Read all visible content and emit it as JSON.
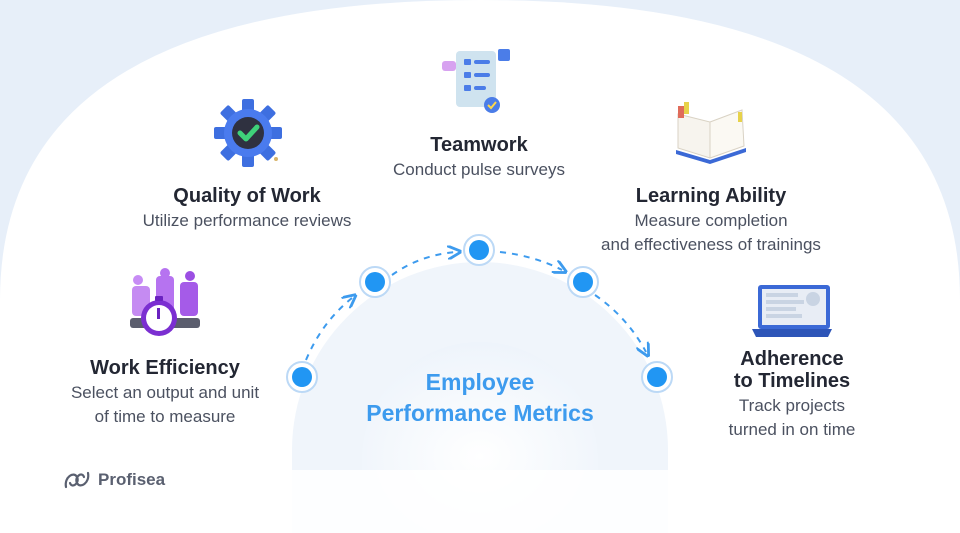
{
  "center": {
    "line1": "Employee",
    "line2": "Performance Metrics"
  },
  "metrics": [
    {
      "title": "Work Efficiency",
      "desc_lines": [
        "Select an output and unit",
        "of time to measure"
      ],
      "icon": "stopwatch-icon"
    },
    {
      "title": "Quality of Work",
      "desc_lines": [
        "Utilize performance reviews"
      ],
      "icon": "gear-check-icon"
    },
    {
      "title": "Teamwork",
      "desc_lines": [
        "Conduct pulse surveys"
      ],
      "icon": "survey-checklist-icon"
    },
    {
      "title": "Learning Ability",
      "desc_lines": [
        "Measure completion",
        "and effectiveness of trainings"
      ],
      "icon": "open-book-icon"
    },
    {
      "title_lines": [
        "Adherence",
        "to Timelines"
      ],
      "desc_lines": [
        "Track projects",
        "turned in on time"
      ],
      "icon": "laptop-icon"
    }
  ],
  "brand": {
    "name": "Profisea"
  },
  "colors": {
    "accent": "#3d9bee",
    "dot": "#2196f3",
    "background": "#e7eff9",
    "arc": "#ffffff"
  }
}
